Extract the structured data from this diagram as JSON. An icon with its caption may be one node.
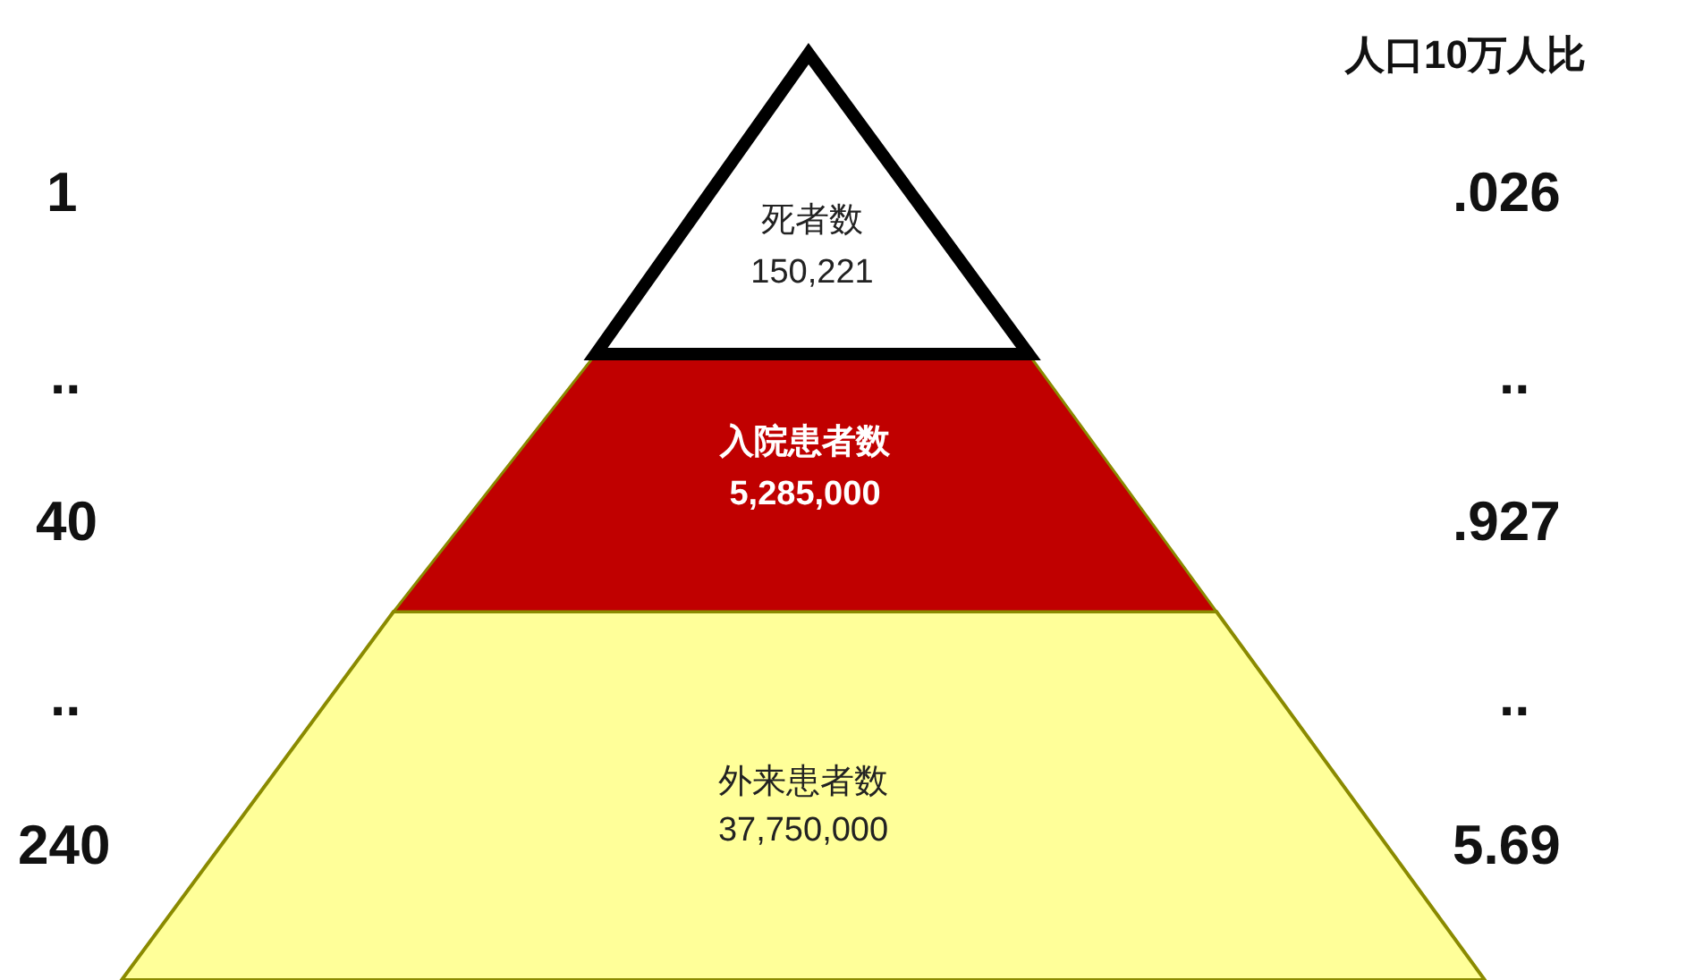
{
  "diagram": {
    "nodes": [
      {
        "text": [
          "死者数",
          "150,221"
        ]
      },
      {
        "text": [
          "入院患者数",
          "5,285,000"
        ]
      },
      {
        "text": [
          "外来患者数",
          "37,750,000"
        ]
      }
    ],
    "labels": [
      "人口10万人比",
      "1",
      ".026",
      "..",
      "..",
      "40",
      ".927",
      "..",
      "..",
      "240",
      "5.69"
    ]
  }
}
